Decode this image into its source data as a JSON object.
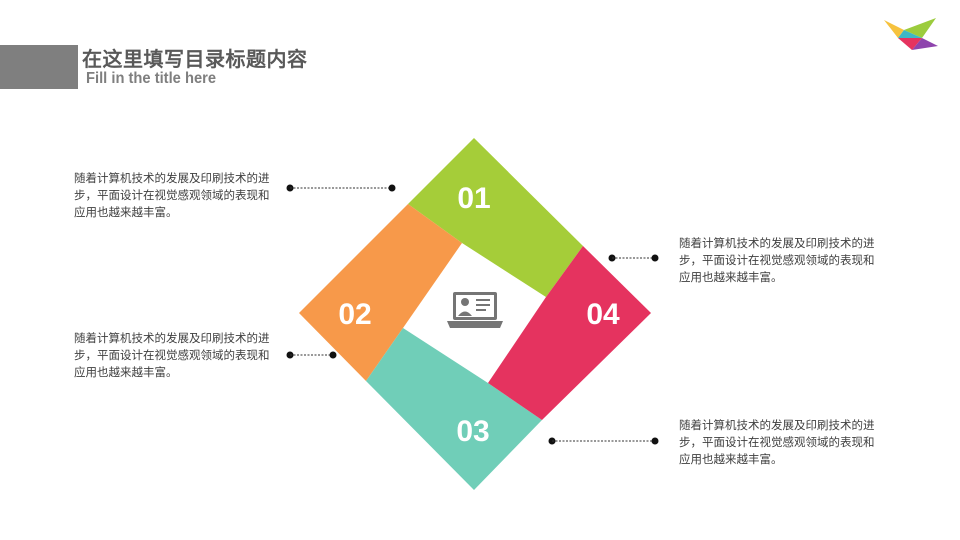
{
  "header": {
    "title_cn": "在这里填写目录标题内容",
    "title_en": "Fill in the title here"
  },
  "diagram": {
    "center_icon": "presentation-laptop-icon",
    "items": [
      {
        "number": "01",
        "color": "#a5cd39",
        "text": "随着计算机技术的发展及印刷技术的进步，平面设计在视觉感观领域的表现和应用也越来越丰富。"
      },
      {
        "number": "02",
        "color": "#f7994a",
        "text": "随着计算机技术的发展及印刷技术的进步，平面设计在视觉感观领域的表现和应用也越来越丰富。"
      },
      {
        "number": "03",
        "color": "#70ceb8",
        "text": "随着计算机技术的发展及印刷技术的进步，平面设计在视觉感观领域的表现和应用也越来越丰富。"
      },
      {
        "number": "04",
        "color": "#e5335f",
        "text": "随着计算机技术的发展及印刷技术的进步，平面设计在视觉感观领域的表现和应用也越来越丰富。"
      }
    ]
  }
}
